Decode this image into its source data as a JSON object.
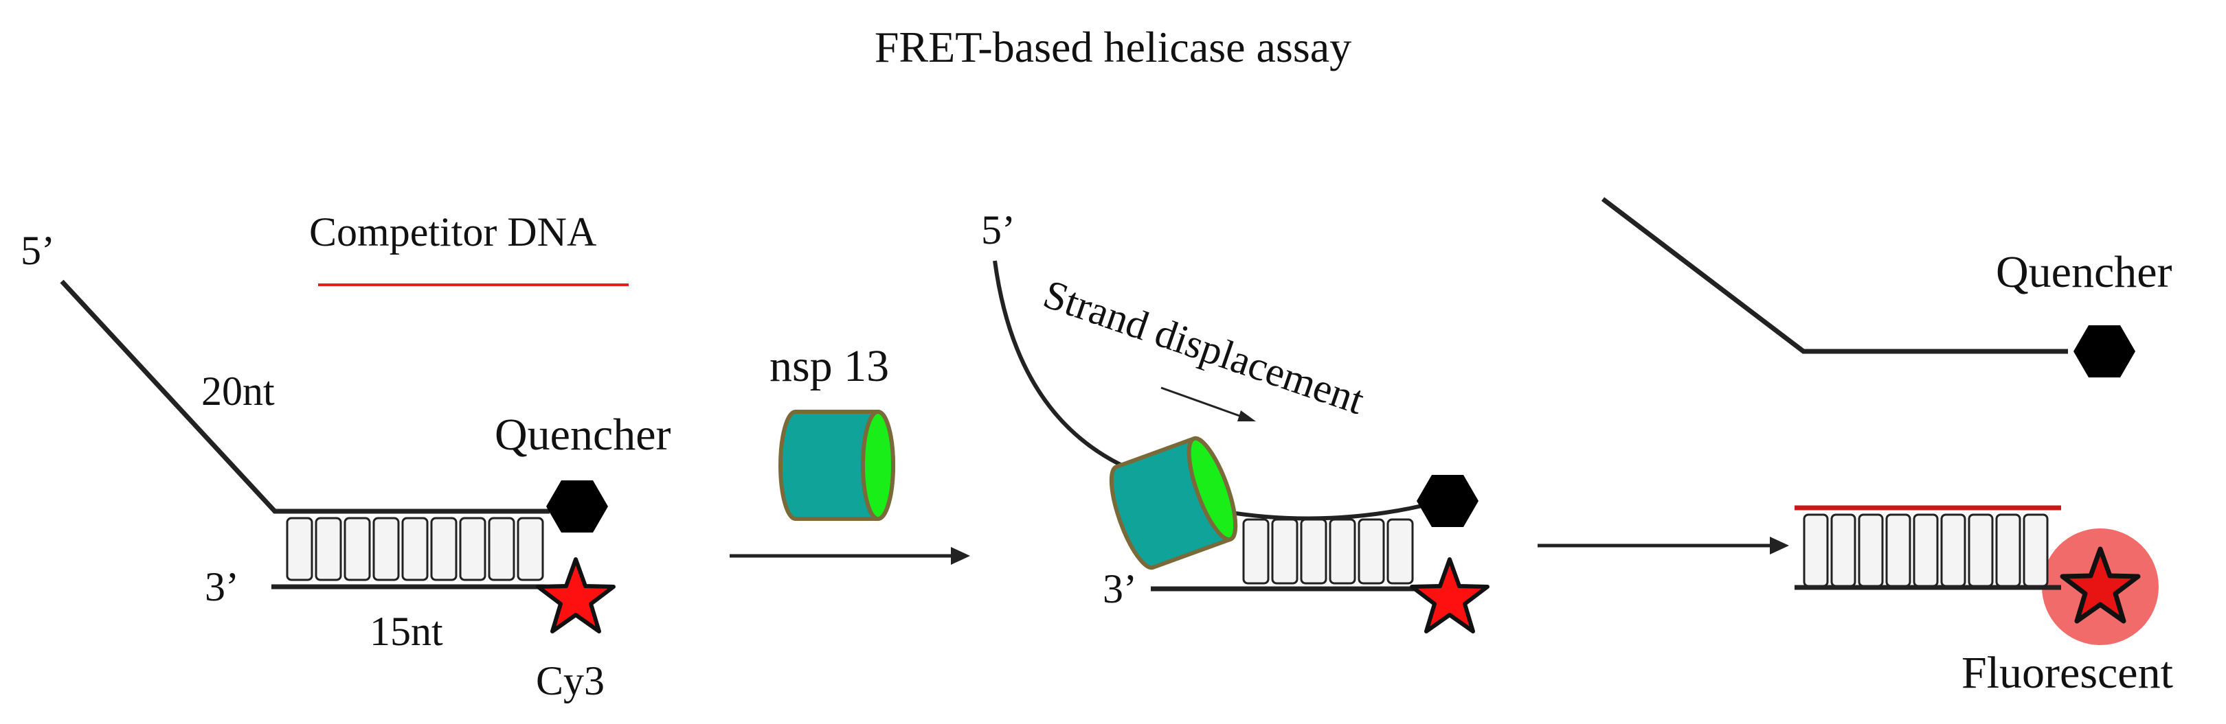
{
  "title": "FRET-based helicase assay",
  "panel1": {
    "five_prime": "5’",
    "three_prime": "3’",
    "overhang_length": "20nt",
    "duplex_length": "15nt",
    "quencher": "Quencher",
    "fluorophore": "Cy3",
    "competitor": "Competitor DNA"
  },
  "enzyme": "nsp 13",
  "panel2": {
    "five_prime": "5’",
    "three_prime": "3’",
    "process": "Strand displacement"
  },
  "panel3": {
    "quencher": "Quencher",
    "fluorescent": "Fluorescent"
  },
  "colors": {
    "helicase_body": "#0fa39a",
    "helicase_face": "#19ee19",
    "helicase_outline": "#7a6a3a",
    "fluorophore": "#ff1010",
    "glow": "#f26b6b",
    "competitor_line": "#e02020",
    "strand": "#222222"
  }
}
